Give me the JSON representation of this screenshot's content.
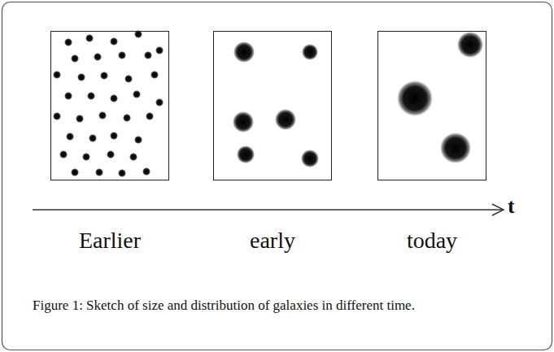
{
  "diagram": {
    "caption": "Figure 1: Sketch of size and distribution of galaxies in different time.",
    "nodes": [
      {
        "text": [
          "Earlier"
        ]
      },
      {
        "text": [
          "early"
        ]
      },
      {
        "text": [
          "today"
        ]
      }
    ],
    "labels": [
      "t"
    ]
  }
}
